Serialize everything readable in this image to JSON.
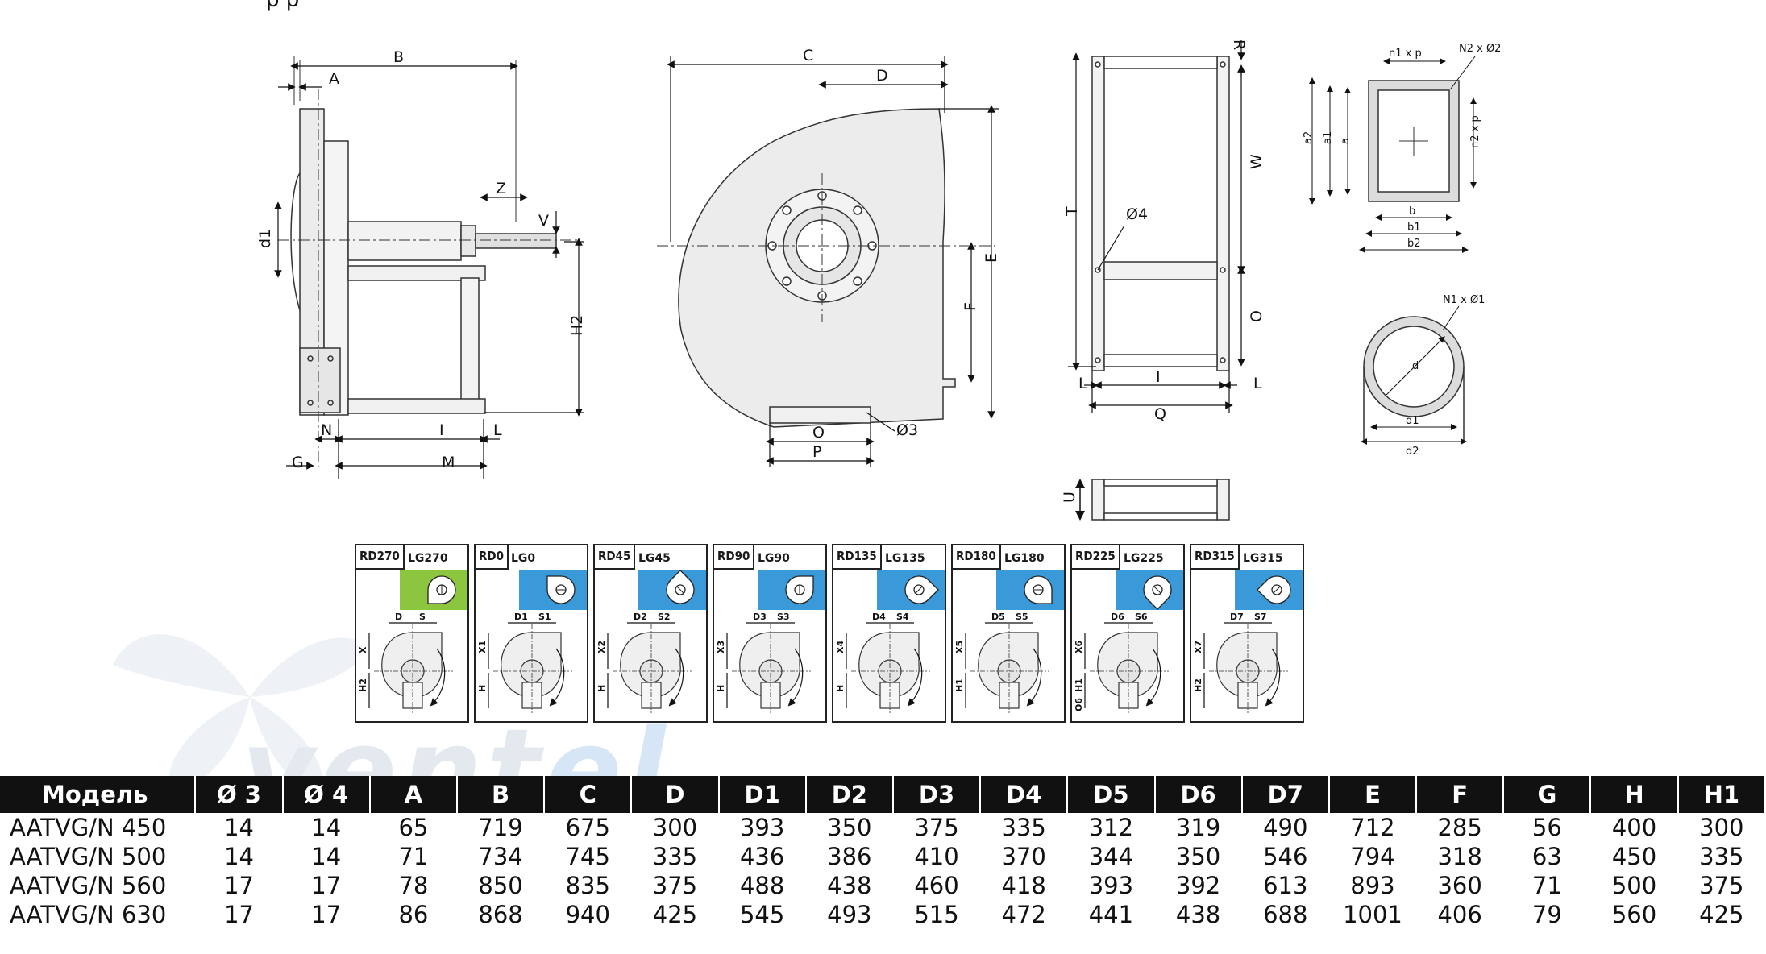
{
  "title_partial": "р  р",
  "side_view_labels": [
    "B",
    "A",
    "d1",
    "Z",
    "V",
    "H2",
    "N",
    "I",
    "L",
    "G",
    "M"
  ],
  "front_view_labels": [
    "C",
    "D",
    "E",
    "F",
    "O",
    "Ø3",
    "P"
  ],
  "base_view_labels": [
    "R",
    "T",
    "W",
    "Ø4",
    "O",
    "I",
    "L",
    "L",
    "Q",
    "U"
  ],
  "outlet_labels": [
    "n1 x p",
    "N2 x Ø2",
    "a2",
    "a1",
    "a",
    "n2 x p",
    "b",
    "b1",
    "b2"
  ],
  "inlet_labels": [
    "N1 x Ø1",
    "d",
    "d1",
    "d2"
  ],
  "orientations": [
    {
      "rd": "RD270",
      "lg": "LG270",
      "color": "#8cc63f",
      "labels": [
        "D",
        "S",
        "X",
        "H2"
      ]
    },
    {
      "rd": "RD0",
      "lg": "LG0",
      "color": "#3a9ad9",
      "labels": [
        "D1",
        "S1",
        "X1",
        "H"
      ]
    },
    {
      "rd": "RD45",
      "lg": "LG45",
      "color": "#3a9ad9",
      "labels": [
        "D2",
        "S2",
        "X2",
        "H"
      ]
    },
    {
      "rd": "RD90",
      "lg": "LG90",
      "color": "#3a9ad9",
      "labels": [
        "D3",
        "S3",
        "X3",
        "H"
      ]
    },
    {
      "rd": "RD135",
      "lg": "LG135",
      "color": "#3a9ad9",
      "labels": [
        "D4",
        "S4",
        "X4",
        "H"
      ]
    },
    {
      "rd": "RD180",
      "lg": "LG180",
      "color": "#3a9ad9",
      "labels": [
        "D5",
        "S5",
        "X5",
        "H1"
      ]
    },
    {
      "rd": "RD225",
      "lg": "LG225",
      "color": "#3a9ad9",
      "labels": [
        "D6",
        "S6",
        "X6",
        "H1",
        "O6"
      ]
    },
    {
      "rd": "RD315",
      "lg": "LG315",
      "color": "#3a9ad9",
      "labels": [
        "D7",
        "S7",
        "X7",
        "H2"
      ]
    }
  ],
  "watermark": {
    "main": "vent",
    "accent": "el"
  },
  "table": {
    "headers": [
      "Модель",
      "Ø 3",
      "Ø 4",
      "A",
      "B",
      "C",
      "D",
      "D1",
      "D2",
      "D3",
      "D4",
      "D5",
      "D6",
      "D7",
      "E",
      "F",
      "G",
      "H",
      "H1"
    ],
    "rows": [
      [
        "AATVG/N 450",
        "14",
        "14",
        "65",
        "719",
        "675",
        "300",
        "393",
        "350",
        "375",
        "335",
        "312",
        "319",
        "490",
        "712",
        "285",
        "56",
        "400",
        "300"
      ],
      [
        "AATVG/N 500",
        "14",
        "14",
        "71",
        "734",
        "745",
        "335",
        "436",
        "386",
        "410",
        "370",
        "344",
        "350",
        "546",
        "794",
        "318",
        "63",
        "450",
        "335"
      ],
      [
        "AATVG/N 560",
        "17",
        "17",
        "78",
        "850",
        "835",
        "375",
        "488",
        "438",
        "460",
        "418",
        "393",
        "392",
        "613",
        "893",
        "360",
        "71",
        "500",
        "375"
      ],
      [
        "AATVG/N 630",
        "17",
        "17",
        "86",
        "868",
        "940",
        "425",
        "545",
        "493",
        "515",
        "472",
        "441",
        "438",
        "688",
        "1001",
        "406",
        "79",
        "560",
        "425"
      ]
    ]
  }
}
